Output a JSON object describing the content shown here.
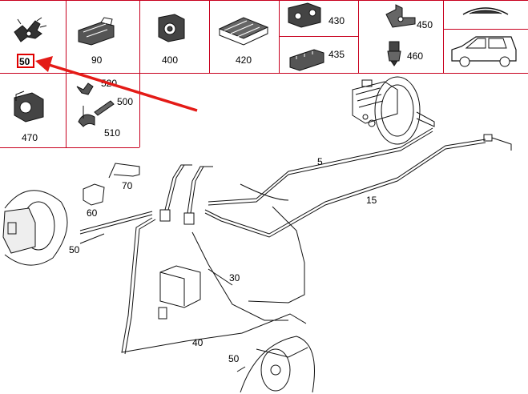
{
  "thumbnails": {
    "c1": {
      "label": "50",
      "icon": "brake-hose-clip-icon"
    },
    "c2": {
      "label": "90",
      "icon": "clip-holder-icon"
    },
    "c3": {
      "label": "400",
      "icon": "bushing-block-icon"
    },
    "c4": {
      "label": "420",
      "icon": "pipe-retainer-icon"
    },
    "c5a": {
      "label": "430",
      "icon": "double-clip-icon"
    },
    "c5b": {
      "label": "435",
      "icon": "triple-clip-icon"
    },
    "c6a": {
      "label": "450",
      "icon": "bracket-icon"
    },
    "c6b": {
      "label": "460",
      "icon": "nut-icon"
    },
    "r2a": {
      "label": "470",
      "icon": "rubber-mount-icon"
    },
    "r2b": {
      "labels": [
        "520",
        "500",
        "510"
      ],
      "icon": "clip-set-icon"
    }
  },
  "vehicle_icons": [
    "windshield-icon",
    "suv-vehicle-icon"
  ],
  "callouts": {
    "c5": "5",
    "c15": "15",
    "c70": "70",
    "c60": "60",
    "c50a": "50",
    "c30": "30",
    "c40": "40",
    "c50b": "50"
  },
  "colors": {
    "grid_line": "#c8001e",
    "highlight_box": "#e00000",
    "arrow": "#e41b17"
  }
}
